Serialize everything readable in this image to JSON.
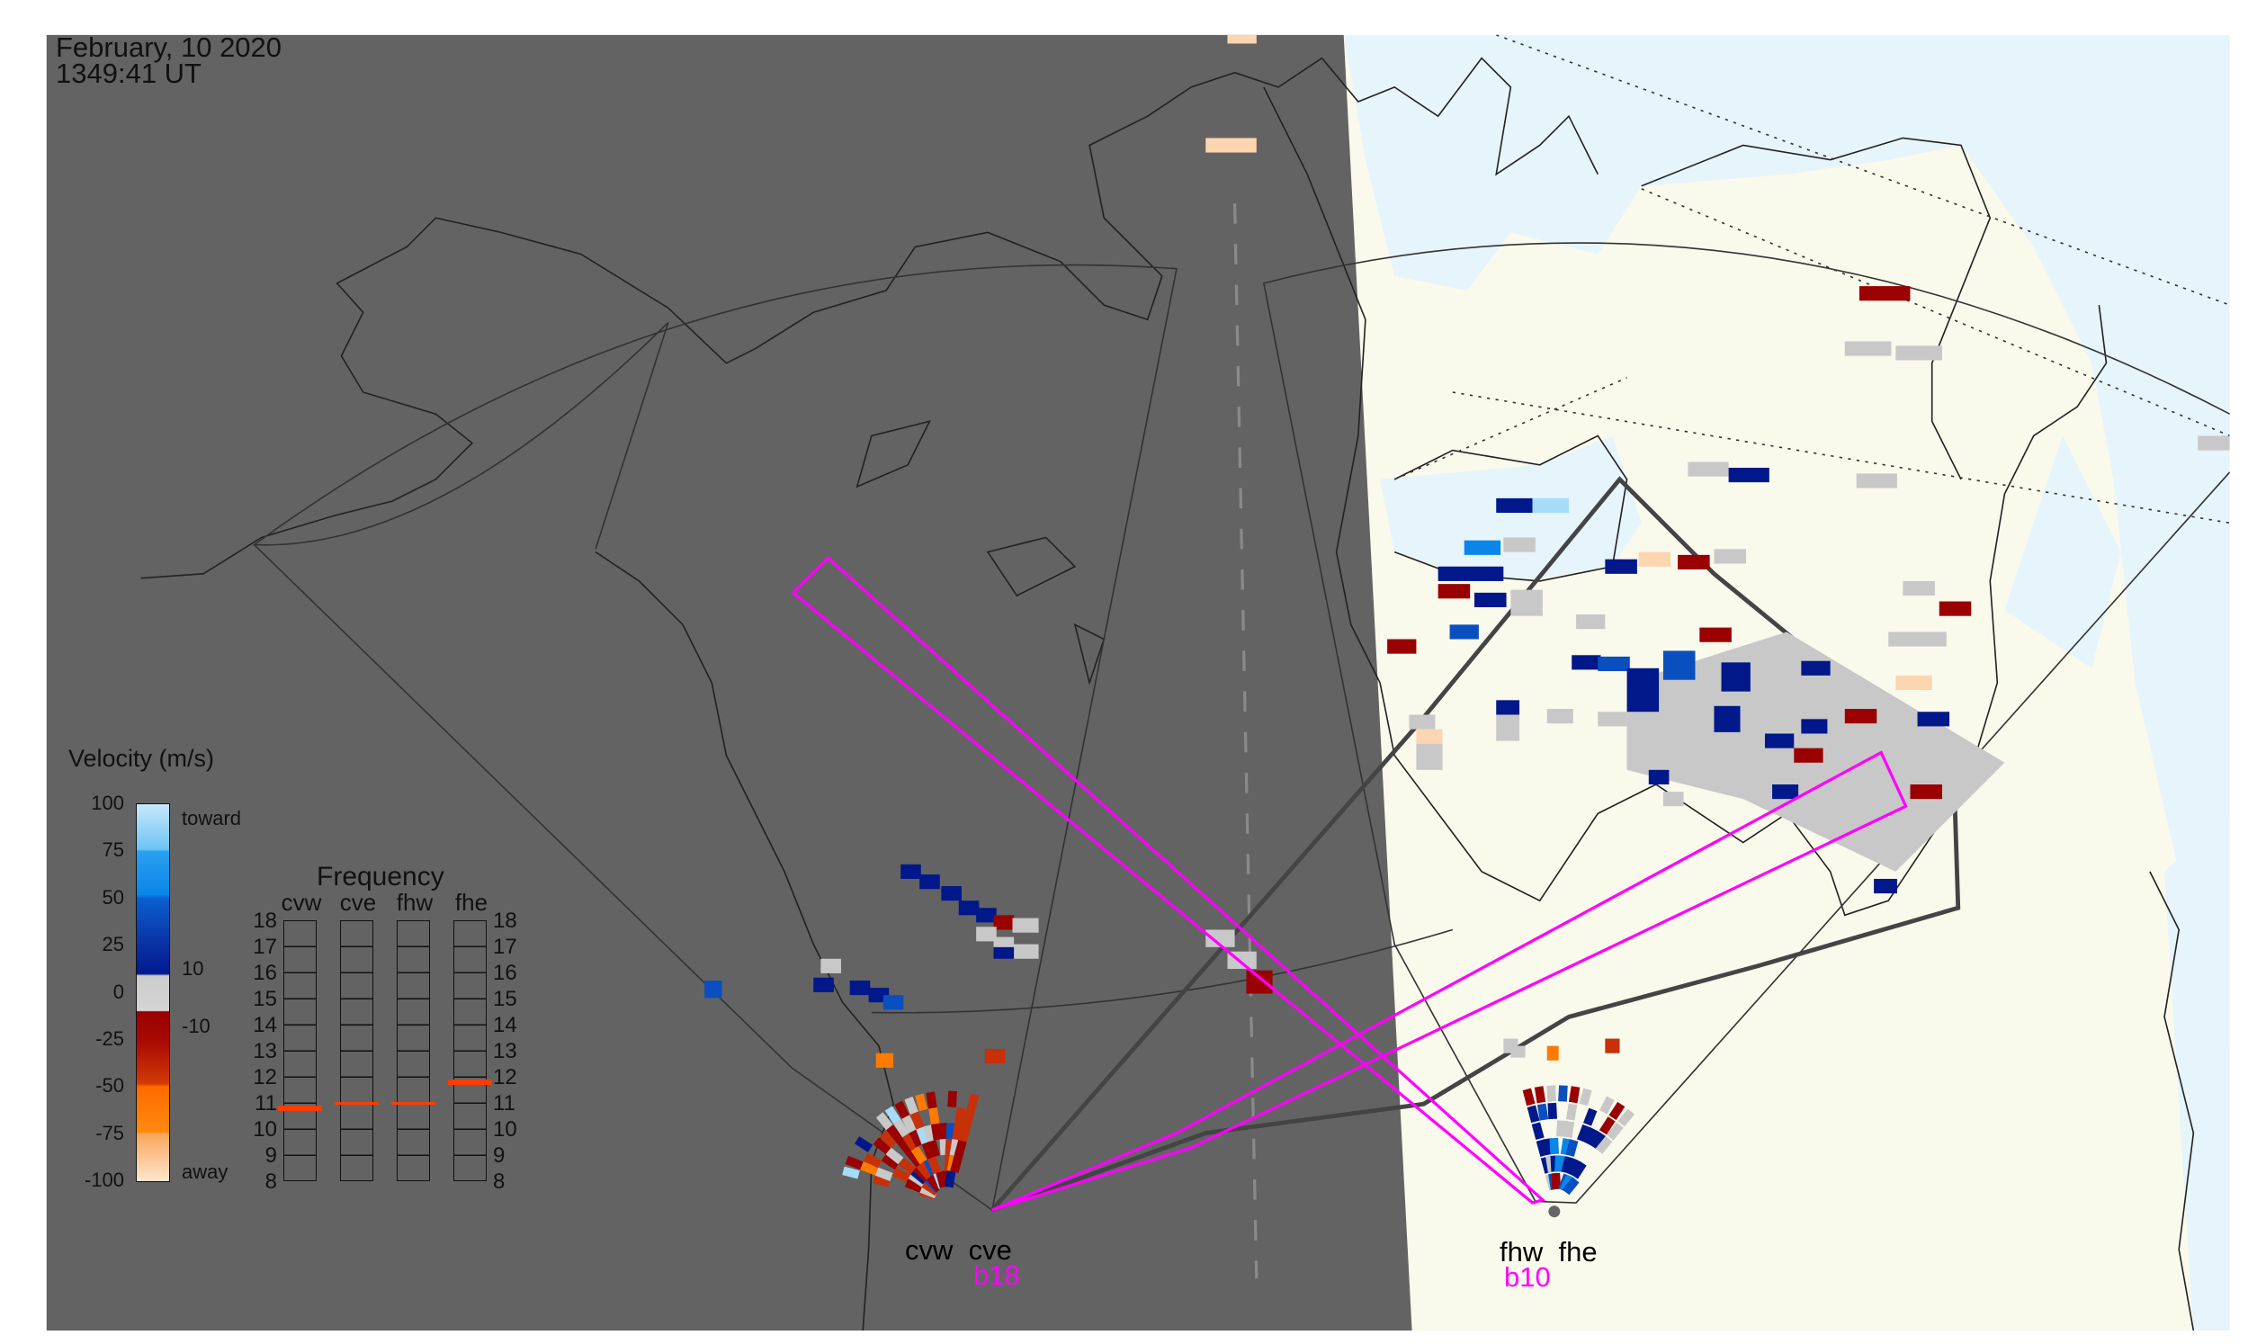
{
  "header": {
    "date": "February, 10 2020",
    "time": "1349:41 UT"
  },
  "legend": {
    "title": "Velocity (m/s)",
    "ticks": [
      "100",
      "75",
      "50",
      "25",
      "0",
      "-25",
      "-50",
      "-75",
      "-100"
    ],
    "toward_label": "toward",
    "away_label": "away",
    "inner_ticks": [
      "10",
      "-10"
    ],
    "colors": [
      "#fde1c8",
      "#f8a65a",
      "#ff8a10",
      "#ff6a00",
      "#d23a06",
      "#b01a04",
      "#9a0000",
      "#d0d0d0",
      "#c8c8c8",
      "#001a8f",
      "#0a3fb0",
      "#0a6fd8",
      "#1a96f0",
      "#8ccff5",
      "#c2e6fa"
    ]
  },
  "frequency": {
    "title": "Frequency",
    "columns": [
      "cvw",
      "cve",
      "fhw",
      "fhe"
    ],
    "scale": [
      "18",
      "17",
      "16",
      "15",
      "14",
      "13",
      "12",
      "11",
      "10",
      "9",
      "8"
    ],
    "range_mhz": [
      8,
      18
    ],
    "values_mhz": [
      [
        10.7,
        10.9
      ],
      [
        11.0,
        11.05
      ],
      [
        11.0,
        11.05
      ],
      [
        11.7,
        11.9
      ]
    ],
    "bar_color": "#ff3c00"
  },
  "radars": [
    {
      "names": "cvw  cve",
      "beam": "b18"
    },
    {
      "names": "fhw  fhe",
      "beam": "b10"
    }
  ],
  "colors": {
    "night": "#636363",
    "land": "#f9f9ec",
    "ocean": "#e6f4fc",
    "beam": "#ff00ff",
    "fov": "#444444"
  }
}
